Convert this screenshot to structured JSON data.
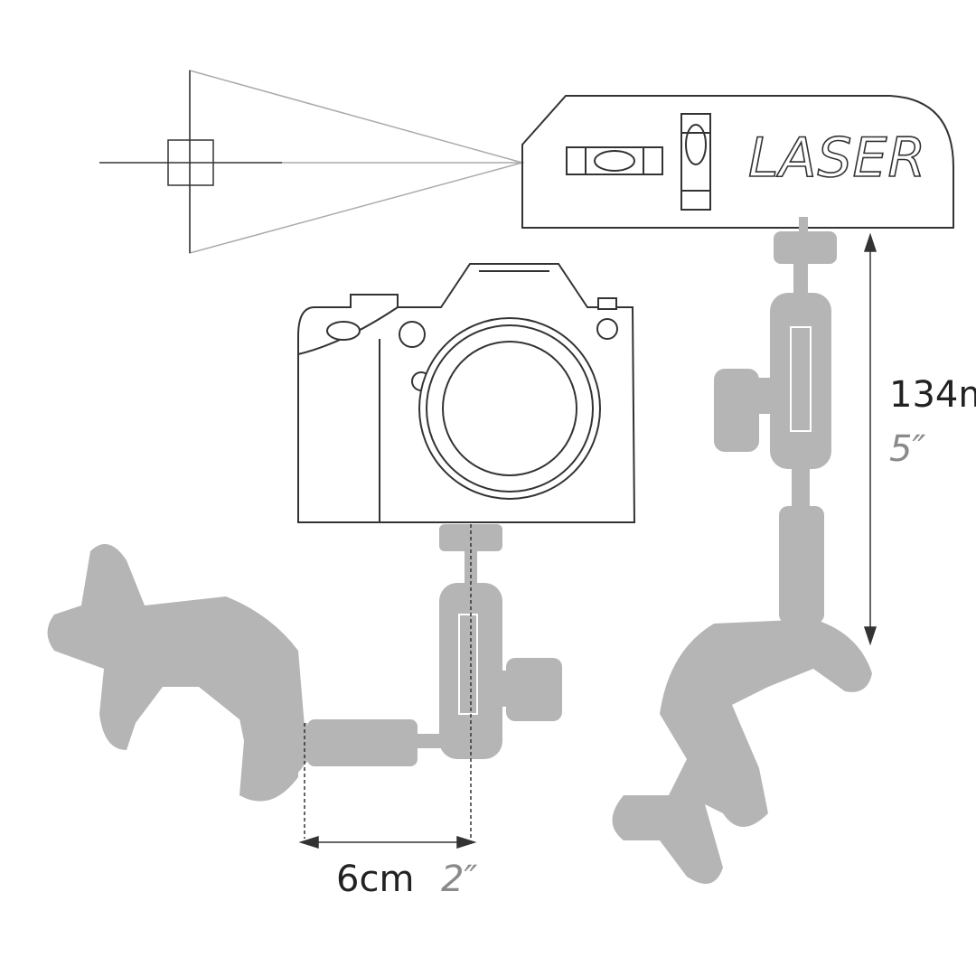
{
  "laser": {
    "label": "LASER"
  },
  "dimensions": {
    "vertical": {
      "metric": "134m",
      "imperial": "5″"
    },
    "horizontal": {
      "metric": "6cm",
      "imperial": "2″"
    }
  },
  "colors": {
    "line": "#333333",
    "mount": "#b5b5b5",
    "beam": "#aaaaaa"
  }
}
